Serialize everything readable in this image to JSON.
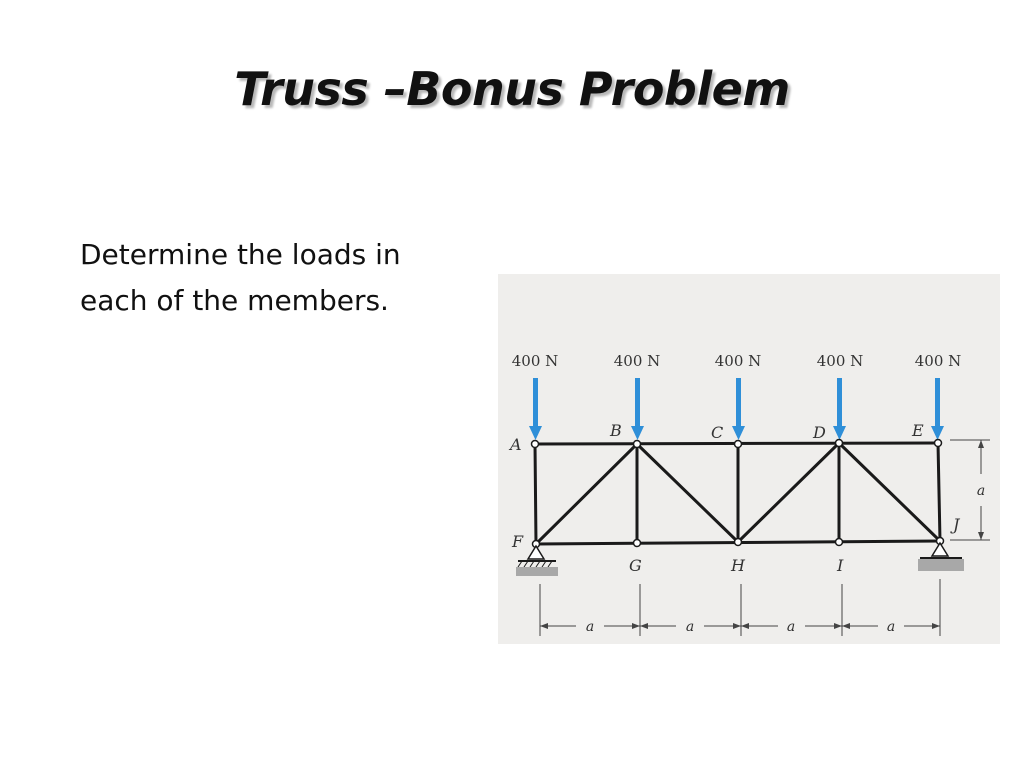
{
  "slide": {
    "title": "Truss –Bonus Problem",
    "body": "Determine the loads in each of the members."
  },
  "figure": {
    "load_labels": [
      "400 N",
      "400 N",
      "400 N",
      "400 N",
      "400 N"
    ],
    "top_joints": [
      "A",
      "B",
      "C",
      "D",
      "E"
    ],
    "bottom_joints": [
      "F",
      "G",
      "H",
      "I",
      "J"
    ],
    "span_labels": [
      "a",
      "a",
      "a",
      "a"
    ],
    "height_label": "a",
    "colors": {
      "load_arrow": "#2f8fd8",
      "member": "#1a1a1a",
      "label": "#333333",
      "figure_background": "#efeeec"
    }
  }
}
